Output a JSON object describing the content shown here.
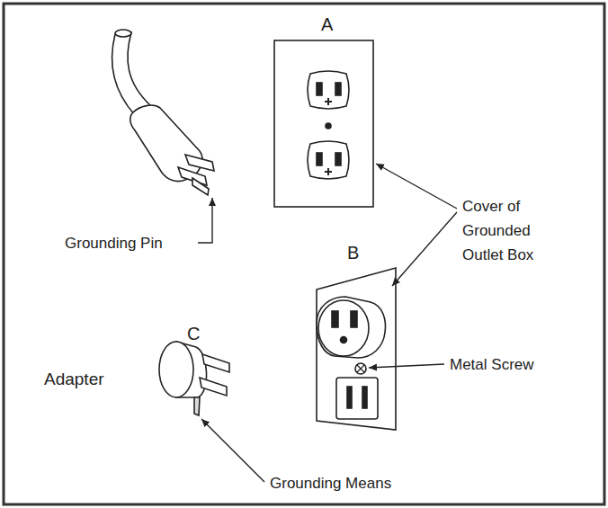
{
  "diagram": {
    "labels": [
      "A",
      "Grounding Pin",
      "Cover of Grounded Outlet Box",
      "B",
      "Metal Screw",
      "C",
      "Adapter",
      "Grounding Means"
    ]
  }
}
